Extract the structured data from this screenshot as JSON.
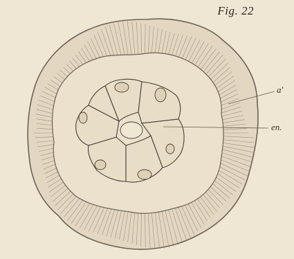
{
  "figure": {
    "label": "Fig. 22"
  },
  "labels": {
    "a": "a'",
    "en": "en."
  },
  "colors": {
    "paper": "#efe7d4",
    "ectoderm_fill": "#e3d7c2",
    "ectoderm_stroke": "#6d6254",
    "jelly_fill": "#ebe1cc",
    "cell_fill": "#e8ddc7",
    "ink": "#4a4036"
  }
}
